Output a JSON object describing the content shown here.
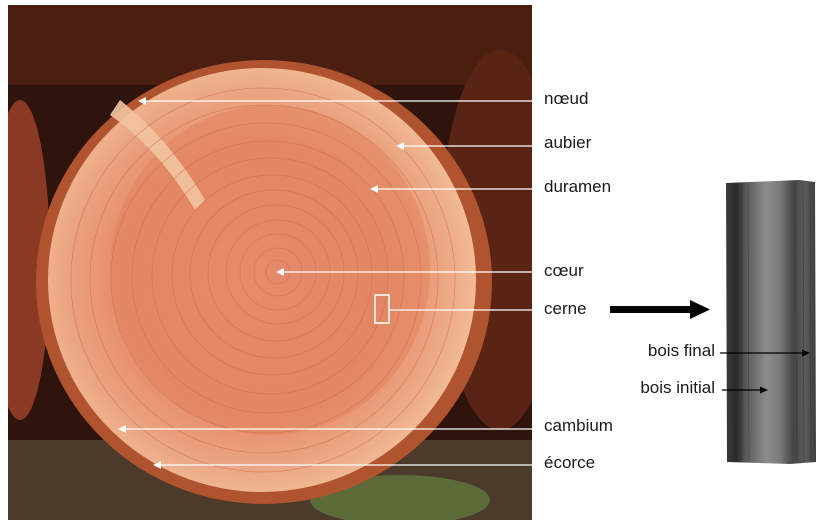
{
  "labels": {
    "noeud": "nœud",
    "aubier": "aubier",
    "duramen": "duramen",
    "coeur": "cœur",
    "cerne": "cerne",
    "cambium": "cambium",
    "ecorce": "écorce",
    "bois_final": "bois final",
    "bois_initial": "bois initial"
  },
  "colors": {
    "sapwood": "#f0b78f",
    "heartwood": "#e48a68",
    "bark": "#7a3a22",
    "background_dark": "#3a1a10",
    "pointer_lines": "#ffffff",
    "arrow": "#000000",
    "micrograph": "#6f6f6f"
  }
}
